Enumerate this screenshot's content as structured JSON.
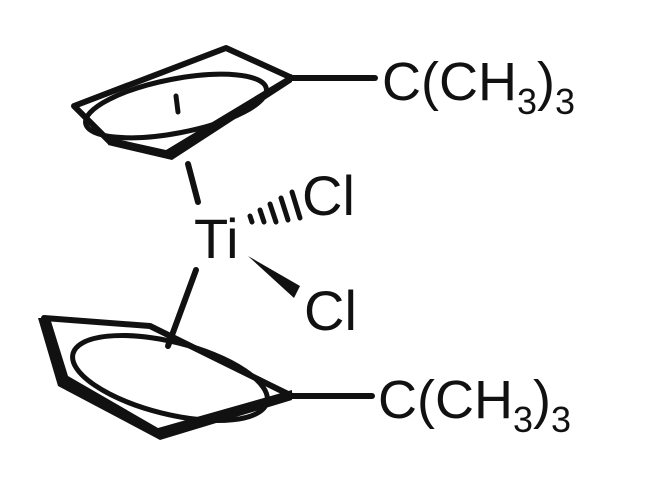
{
  "molecule": {
    "metal": "Ti",
    "ligands": {
      "chloride_upper": "Cl",
      "chloride_lower": "Cl"
    },
    "substituents": {
      "upper": {
        "prefix": "C(CH",
        "sub1": "3",
        "paren": ")",
        "sub2": "3"
      },
      "lower": {
        "prefix": "C(CH",
        "sub1": "3",
        "paren": ")",
        "sub2": "3"
      }
    }
  },
  "colors": {
    "ink": "#111111",
    "background": "#ffffff"
  }
}
